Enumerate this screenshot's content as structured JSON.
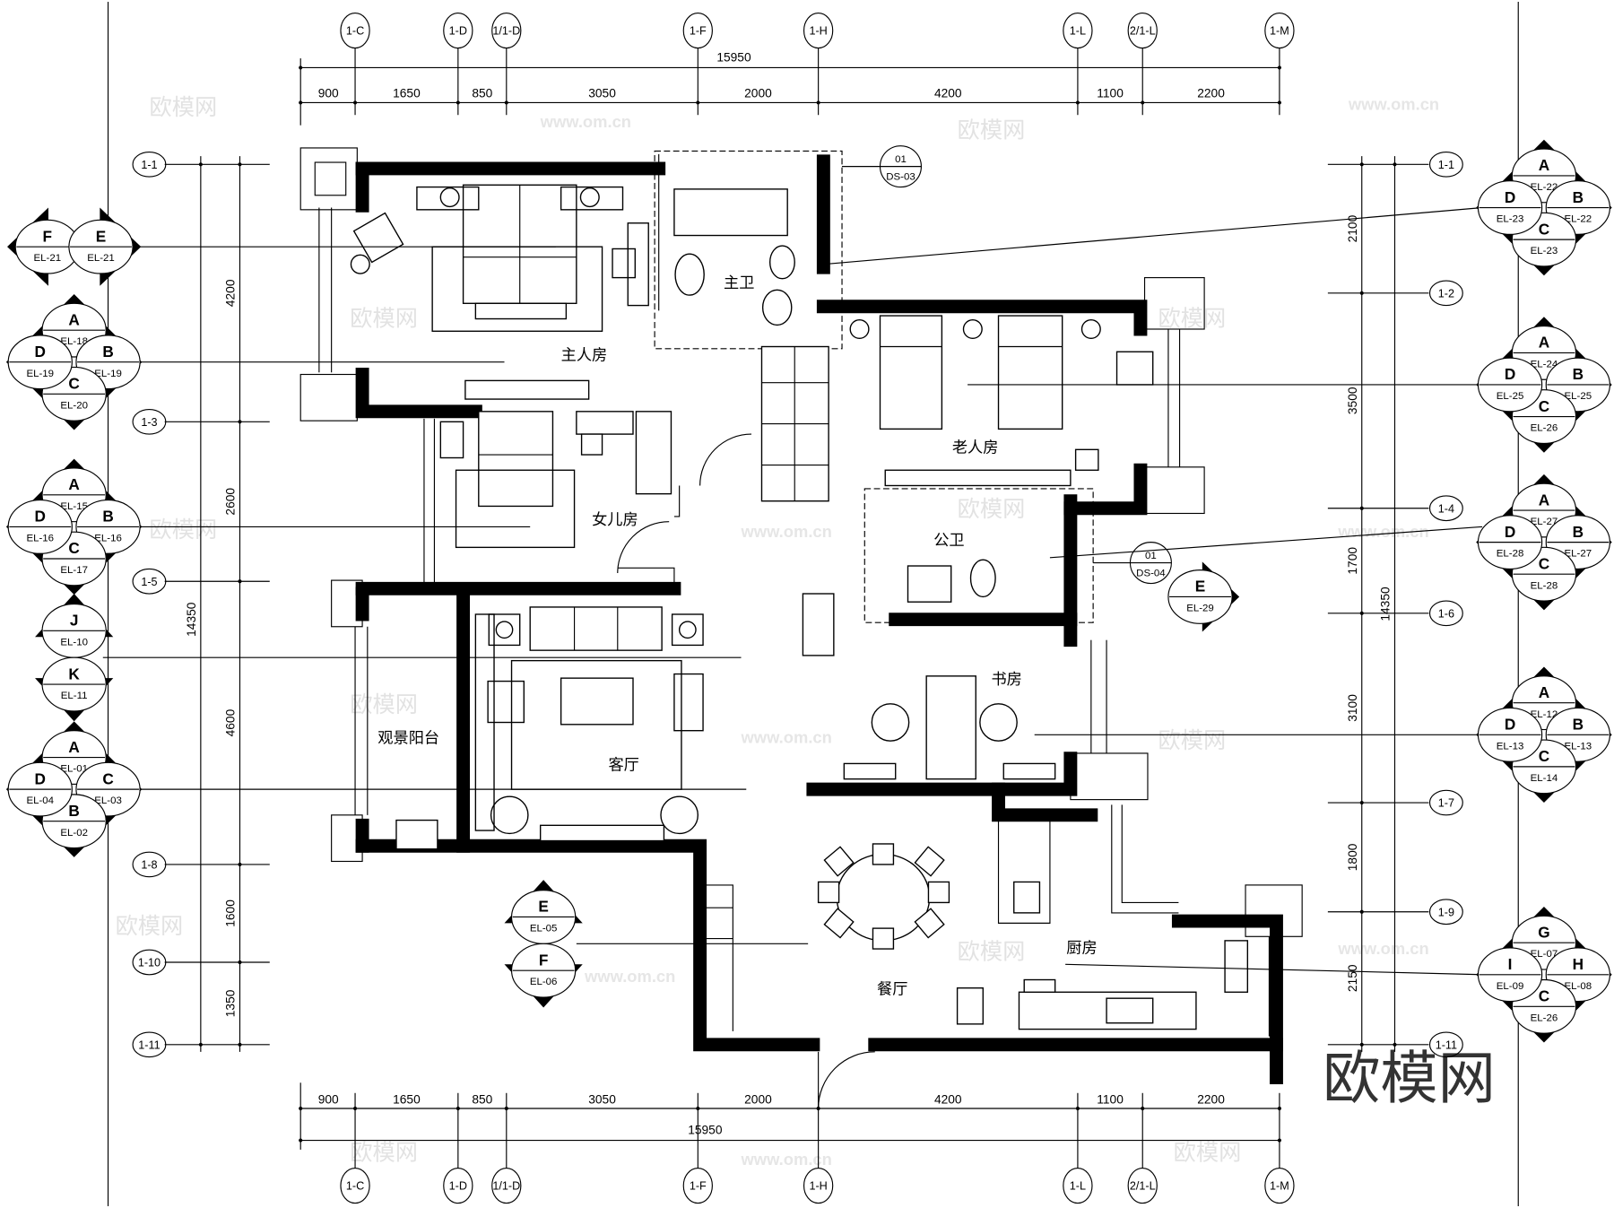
{
  "grid_columns": [
    "1-C",
    "1-D",
    "1/1-D",
    "1-F",
    "1-H",
    "1-L",
    "2/1-L",
    "1-M"
  ],
  "grid_rows_left": [
    "1-1",
    "1-3",
    "1-5",
    "1-8",
    "1-10",
    "1-11"
  ],
  "grid_rows_right": [
    "1-1",
    "1-2",
    "1-4",
    "1-6",
    "1-7",
    "1-9",
    "1-11"
  ],
  "dimensions": {
    "horizontal_total": "15950",
    "horizontal_segments": [
      "900",
      "1650",
      "850",
      "3050",
      "2000",
      "4200",
      "1100",
      "2200"
    ],
    "left_total": "14350",
    "left_segments": [
      "4200",
      "2600",
      "4600",
      "1600",
      "1350"
    ],
    "right_total": "14350",
    "right_segments": [
      "2100",
      "3500",
      "1700",
      "3100",
      "1800",
      "2150"
    ]
  },
  "rooms": {
    "master_bedroom": "主人房",
    "master_bath": "主卫",
    "elder_room": "老人房",
    "daughter_room": "女儿房",
    "public_bath": "公卫",
    "study": "书房",
    "balcony": "观景阳台",
    "living_room": "客厅",
    "dining_room": "餐厅",
    "kitchen": "厨房"
  },
  "detail_refs": [
    {
      "num": "01",
      "sheet": "DS-03"
    },
    {
      "num": "01",
      "sheet": "DS-04"
    }
  ],
  "markers": {
    "m_fe": [
      [
        "F",
        "EL-21"
      ],
      [
        "E",
        "EL-21"
      ]
    ],
    "m_l1": [
      [
        "A",
        "EL-18"
      ],
      [
        "B",
        "EL-19"
      ],
      [
        "C",
        "EL-20"
      ],
      [
        "D",
        "EL-19"
      ]
    ],
    "m_l2": [
      [
        "A",
        "EL-15"
      ],
      [
        "B",
        "EL-16"
      ],
      [
        "C",
        "EL-17"
      ],
      [
        "D",
        "EL-16"
      ]
    ],
    "m_jk": [
      [
        "J",
        "EL-10"
      ],
      [
        "K",
        "EL-11"
      ]
    ],
    "m_l3": [
      [
        "A",
        "EL-01"
      ],
      [
        "C",
        "EL-03"
      ],
      [
        "B",
        "EL-02"
      ],
      [
        "D",
        "EL-04"
      ]
    ],
    "m_r1": [
      [
        "A",
        "EL-22"
      ],
      [
        "B",
        "EL-22"
      ],
      [
        "C",
        "EL-23"
      ],
      [
        "D",
        "EL-23"
      ]
    ],
    "m_r2": [
      [
        "A",
        "EL-24"
      ],
      [
        "B",
        "EL-25"
      ],
      [
        "C",
        "EL-26"
      ],
      [
        "D",
        "EL-25"
      ]
    ],
    "m_r3": [
      [
        "A",
        "EL-27"
      ],
      [
        "B",
        "EL-27"
      ],
      [
        "C",
        "EL-28"
      ],
      [
        "D",
        "EL-28"
      ]
    ],
    "m_r4": [
      [
        "A",
        "EL-12"
      ],
      [
        "B",
        "EL-13"
      ],
      [
        "C",
        "EL-14"
      ],
      [
        "D",
        "EL-13"
      ]
    ],
    "m_r5": [
      [
        "G",
        "EL-07"
      ],
      [
        "H",
        "EL-08"
      ],
      [
        "C",
        "EL-26"
      ],
      [
        "I",
        "EL-09"
      ]
    ],
    "m_ef": [
      [
        "E",
        "EL-05"
      ],
      [
        "F",
        "EL-06"
      ]
    ],
    "m_e29": [
      [
        "E",
        "EL-29"
      ]
    ]
  },
  "watermark": {
    "brand": "欧模网",
    "url": "www.om.cn"
  }
}
